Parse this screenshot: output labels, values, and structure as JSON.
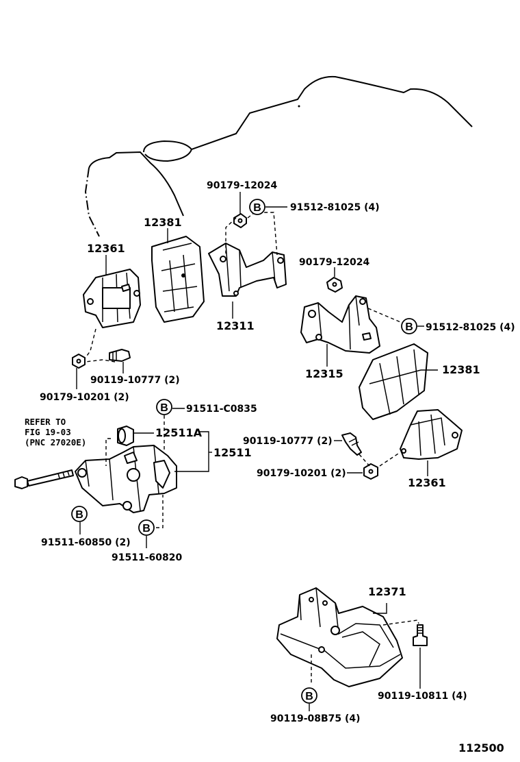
{
  "diagram_number": "112500",
  "refer_note": {
    "line1": "REFER TO",
    "line2": "FIG 19-03",
    "line3": "(PNC 27020E)"
  },
  "bolt_marker": "B",
  "part_labels": {
    "p_90179_12024_top": "90179-12024",
    "p_91512_81025_top": "91512-81025 (4)",
    "p_12381_left": "12381",
    "p_12361_left": "12361",
    "p_12311": "12311",
    "p_90179_12024_mid": "90179-12024",
    "p_91512_81025_right": "91512-81025 (4)",
    "p_12315": "12315",
    "p_12381_right": "12381",
    "p_90119_10777_left": "90119-10777 (2)",
    "p_90179_10201_left": "90179-10201 (2)",
    "p_91511_C0835": "91511-C0835",
    "p_12511A": "12511A",
    "p_12511": "12511",
    "p_91511_60850": "91511-60850 (2)",
    "p_91511_60820": "91511-60820",
    "p_90119_10777_right": "90119-10777 (2)",
    "p_90179_10201_right": "90179-10201 (2)",
    "p_12361_right": "12361",
    "p_12371": "12371",
    "p_90119_10811": "90119-10811 (4)",
    "p_90119_08B75": "90119-08B75 (4)"
  }
}
